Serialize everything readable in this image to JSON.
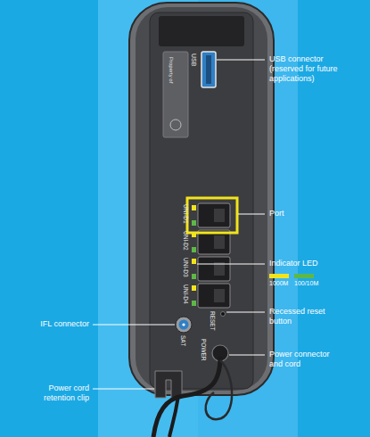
{
  "diagram": {
    "labels": [
      "USB connector (reserved for future applications)",
      "Port",
      "Indicator LED",
      "Recessed reset button",
      "Power connector and cord",
      "IFL connector",
      "Power cord retention clip",
      "USB",
      "Property of",
      "UNI-D1",
      "UNI-D2",
      "UNI-D3",
      "UNI-D4",
      "RESET",
      "POWER",
      "SAT"
    ],
    "legend": [
      {
        "text": "1000M",
        "color": "#f2e41c"
      },
      {
        "text": "100/10M",
        "color": "#5db847"
      }
    ]
  }
}
